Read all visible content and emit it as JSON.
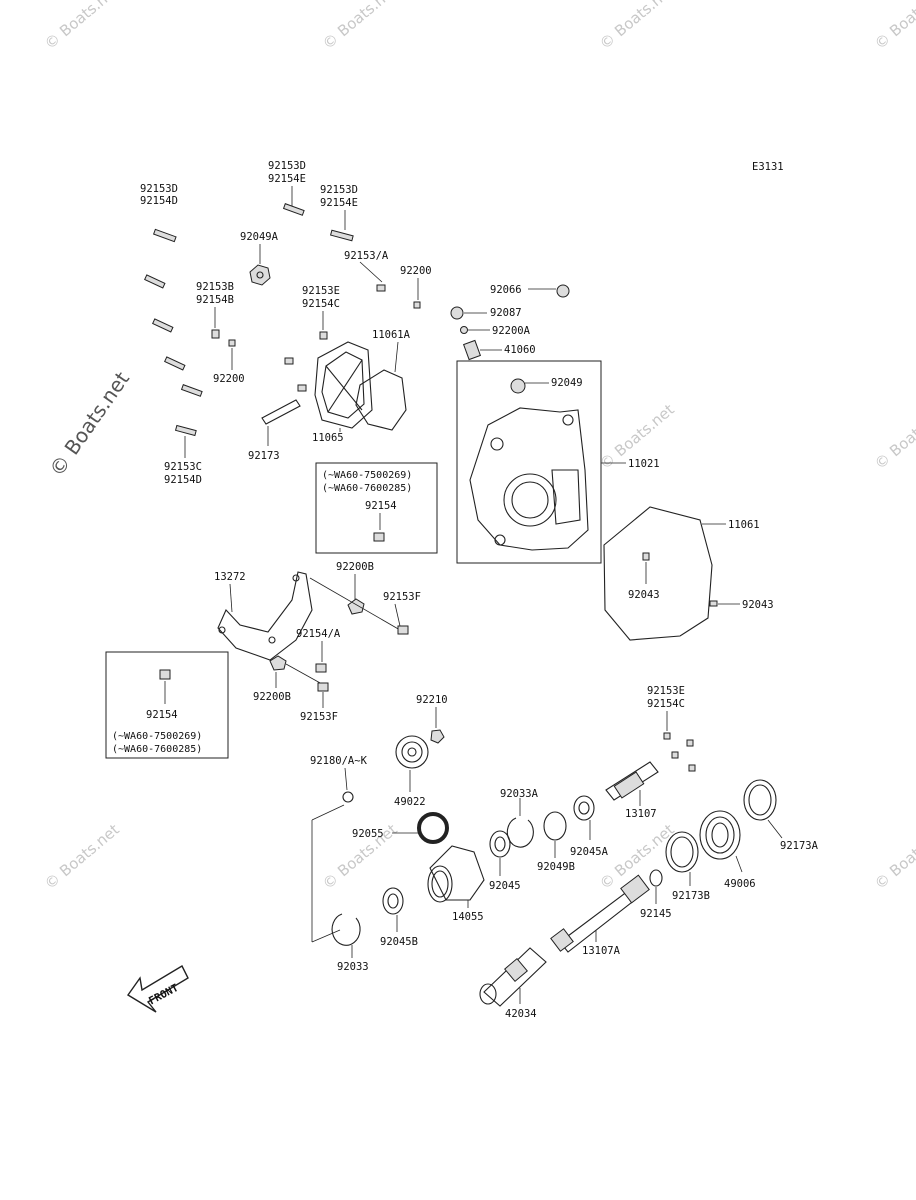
{
  "diagram_code": "E3131",
  "watermark_text": "© Boats.net",
  "side_brand": "© Boats.net",
  "front_label": "FRONT",
  "labels": {
    "p92153D_92154E_top": "92153D",
    "p92154E_top": "92154E",
    "p92153D_left": "92153D",
    "p92154D_left": "92154D",
    "p92153D_mid": "92153D",
    "p92154E_mid": "92154E",
    "p92049A": "92049A",
    "p92153A": "92153/A",
    "p92200_top": "92200",
    "p92066": "92066",
    "p92153B": "92153B",
    "p92154B": "92154B",
    "p92153E_a": "92153E",
    "p92154C_a": "92154C",
    "p92087": "92087",
    "p92200A": "92200A",
    "p11061A": "11061A",
    "p41060": "41060",
    "p92200_mid": "92200",
    "p92049": "92049",
    "p92173": "92173",
    "p11065": "11065",
    "p11021": "11021",
    "p92153C": "92153C",
    "p92154D_b": "92154D",
    "box1_line1": "(~WA60-7500269)",
    "box1_line2": "(~WA60-7600285)",
    "box1_part": "92154",
    "p11061": "11061",
    "p13272": "13272",
    "p92200B_a": "92200B",
    "p92153F_a": "92153F",
    "p92043_a": "92043",
    "p92043_b": "92043",
    "p92154A": "92154/A",
    "box2_part": "92154",
    "box2_line1": "(~WA60-7500269)",
    "box2_line2": "(~WA60-7600285)",
    "p92200B_b": "92200B",
    "p92153F_b": "92153F",
    "p92210": "92210",
    "p92153E_b": "92153E",
    "p92154C_b": "92154C",
    "p92180": "92180/A~K",
    "p49022": "49022",
    "p92033A": "92033A",
    "p13107": "13107",
    "p92173A": "92173A",
    "p92055": "92055",
    "p92049B": "92049B",
    "p92045A": "92045A",
    "p92045": "92045",
    "p49006": "49006",
    "p14055": "14055",
    "p92173B": "92173B",
    "p92145": "92145",
    "p92045B": "92045B",
    "p13107A": "13107A",
    "p92033": "92033",
    "p42034": "42034"
  }
}
